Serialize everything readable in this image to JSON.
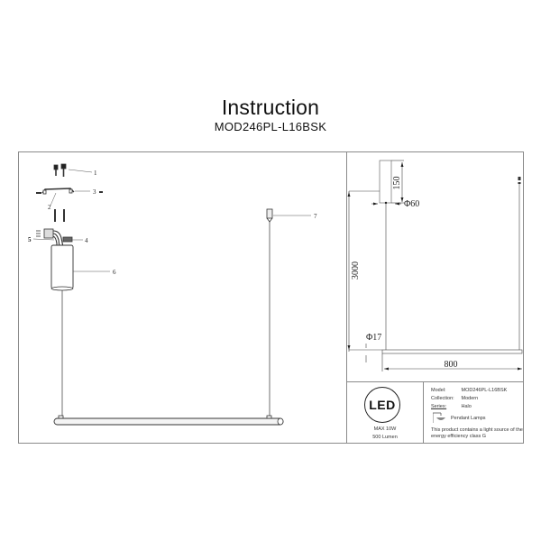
{
  "header": {
    "title": "Instruction",
    "model_code": "MOD246PL-L16BSK"
  },
  "assembly_diagram": {
    "callouts": [
      {
        "number": "1",
        "label": "1"
      },
      {
        "number": "2",
        "label": "2"
      },
      {
        "number": "3",
        "label": "3"
      },
      {
        "number": "4",
        "label": "4"
      },
      {
        "number": "5",
        "label": "5"
      },
      {
        "number": "6",
        "label": "6"
      },
      {
        "number": "7",
        "label": "7"
      }
    ]
  },
  "dimension_diagram": {
    "canopy_height": "150",
    "canopy_diameter": "Φ60",
    "suspension_length": "3000",
    "tube_diameter": "Φ17",
    "tube_length": "800"
  },
  "spec_table": {
    "logo_text": "LED",
    "power": "MAX 10W",
    "lumen": "500 Lumen",
    "model_key": "Model:",
    "model_value": "MOD246PL-L16BSK",
    "collection_key": "Collection:",
    "collection_value": "Modern",
    "series_key": "Series:",
    "series_value": "Halo",
    "type_value": "Pendant Lamps",
    "notice": "This product contains a light source of the energy efficiency class G"
  }
}
